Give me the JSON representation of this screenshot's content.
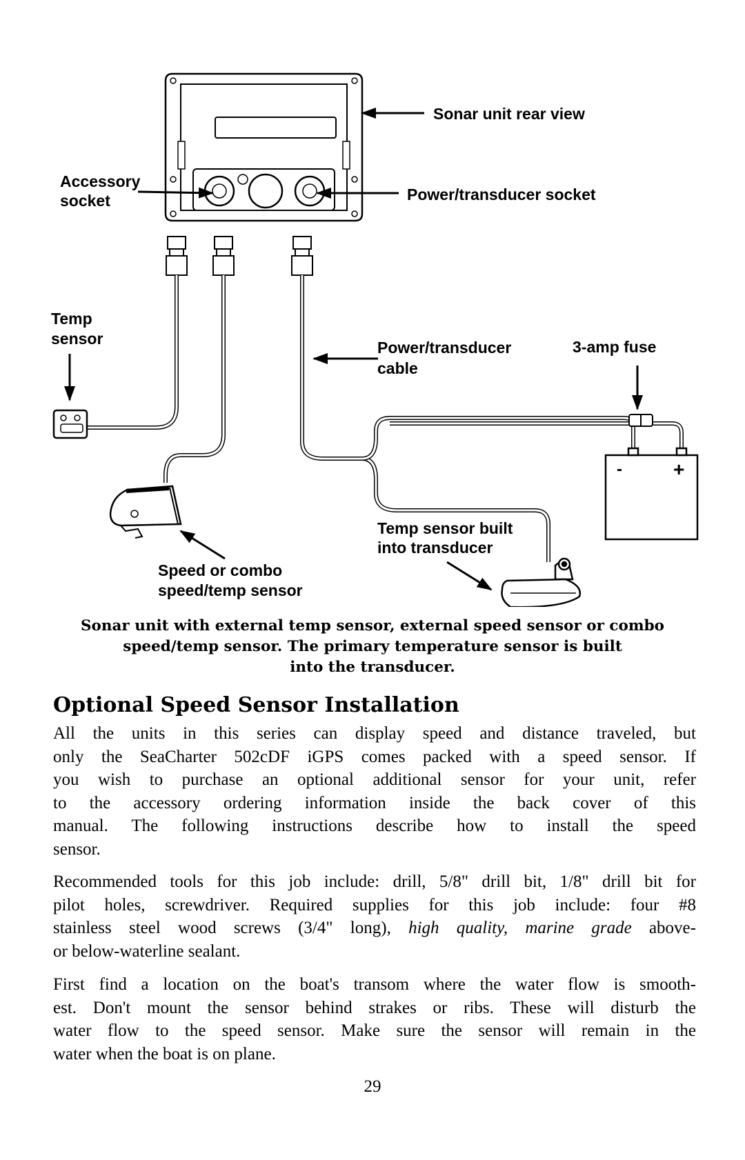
{
  "diagram": {
    "labels": {
      "sonar_rear_view": "Sonar unit rear view",
      "accessory_socket_l1": "Accessory",
      "accessory_socket_l2": "socket",
      "power_socket": "Power/transducer socket",
      "temp_sensor_l1": "Temp",
      "temp_sensor_l2": "sensor",
      "power_cable_l1": "Power/transducer",
      "power_cable_l2": "cable",
      "fuse": "3-amp fuse",
      "battery_minus": "-",
      "battery_plus": "+",
      "temp_built_in_l1": "Temp sensor built",
      "temp_built_in_l2": "into transducer",
      "speed_sensor_l1": "Speed or combo",
      "speed_sensor_l2": "speed/temp sensor"
    }
  },
  "caption": {
    "line1": "Sonar unit with external temp sensor, external speed sensor or combo",
    "line2": "speed/temp sensor. The primary temperature sensor is built",
    "line3": "into the transducer."
  },
  "section_title": "Optional Speed Sensor Installation",
  "paragraphs": {
    "p1": [
      "All the units in this series can display speed and distance traveled, but",
      "only the SeaCharter 502cDF iGPS comes packed with a speed sensor. If",
      "you wish to purchase an optional additional sensor for your unit, refer",
      "to the accessory ordering information inside the back cover of this",
      "manual. The following instructions describe how to install the speed",
      "sensor."
    ],
    "p2": {
      "line1": "Recommended tools for this job include: drill, 5/8\" drill bit, 1/8\" drill bit for",
      "line2": "pilot holes, screwdriver. Required supplies for this job include: four #8",
      "line3_a": "stainless steel wood screws (3/4\" long), ",
      "line3_em": "high quality, marine grade",
      "line3_b": " above-",
      "line4": "or below-waterline sealant."
    },
    "p3": [
      "First find a location on the boat's transom where the water flow is smooth-",
      "est. Don't mount the sensor behind strakes or ribs. These will disturb the",
      "water flow to the speed sensor. Make sure the sensor will remain in the",
      "water when the boat is on plane."
    ]
  },
  "page_number": "29"
}
